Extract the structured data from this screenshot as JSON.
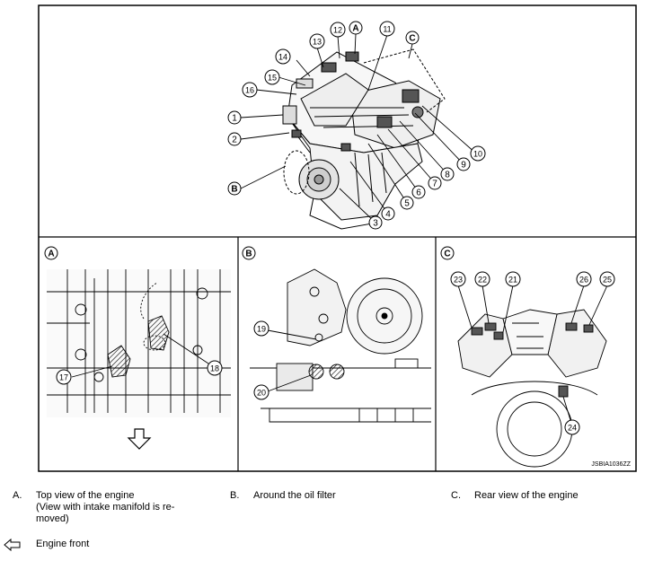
{
  "diagram": {
    "code": "JSBIA1036ZZ",
    "panels": {
      "main": {
        "callouts": [
          "1",
          "2",
          "3",
          "4",
          "5",
          "6",
          "7",
          "8",
          "9",
          "10",
          "11",
          "12",
          "13",
          "14",
          "15",
          "16"
        ],
        "detail_refs": [
          "A",
          "B",
          "C"
        ]
      },
      "a": {
        "letter": "A",
        "callouts": [
          "17",
          "18"
        ]
      },
      "b": {
        "letter": "B",
        "callouts": [
          "19",
          "20"
        ]
      },
      "c": {
        "letter": "C",
        "callouts": [
          "21",
          "22",
          "23",
          "24",
          "25",
          "26"
        ]
      }
    }
  },
  "legend": {
    "items": [
      {
        "letter": "A.",
        "text_line1": "Top view of the engine",
        "text_line2": "(View with intake manifold is re-",
        "text_line3": "moved)"
      },
      {
        "letter": "B.",
        "text_line1": "Around the oil filter"
      },
      {
        "letter": "C.",
        "text_line1": "Rear view of the engine"
      }
    ],
    "front_arrow": {
      "icon": "left-arrow-icon",
      "text": "Engine front"
    }
  }
}
